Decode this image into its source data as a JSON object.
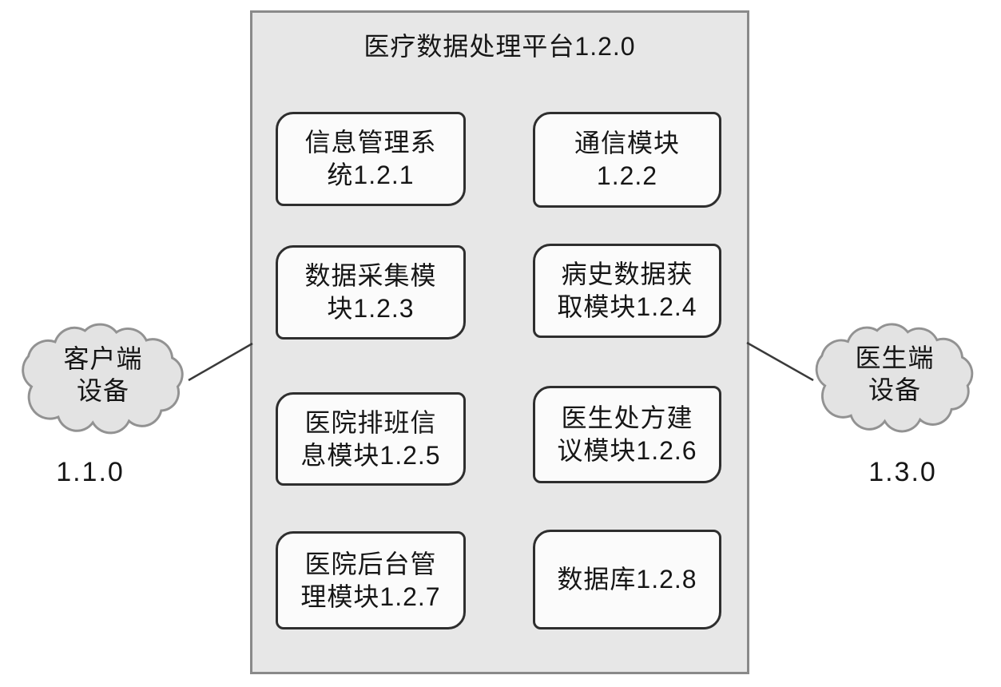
{
  "platform": {
    "title": "医疗数据处理平台1.2.0",
    "modules": [
      {
        "label": "信息管理系\n统1.2.1"
      },
      {
        "label": "通信模块\n1.2.2"
      },
      {
        "label": "数据采集模\n块1.2.3"
      },
      {
        "label": "病史数据获\n取模块1.2.4"
      },
      {
        "label": "医院排班信\n息模块1.2.5"
      },
      {
        "label": "医生处方建\n议模块1.2.6"
      },
      {
        "label": "医院后台管\n理模块1.2.7"
      },
      {
        "label": "数据库1.2.8"
      }
    ]
  },
  "left_cloud": {
    "label": "客户端\n设备",
    "version": "1.1.0"
  },
  "right_cloud": {
    "label": "医生端\n设备",
    "version": "1.3.0"
  },
  "colors": {
    "platform_fill": "#e7e7e7",
    "platform_border": "#8a8a8a",
    "module_fill": "#fbfbfb",
    "module_border": "#2e2e2e",
    "cloud_fill": "#e3e3e3",
    "cloud_border": "#929292",
    "connector": "#3a3a3a",
    "text": "#161616"
  }
}
